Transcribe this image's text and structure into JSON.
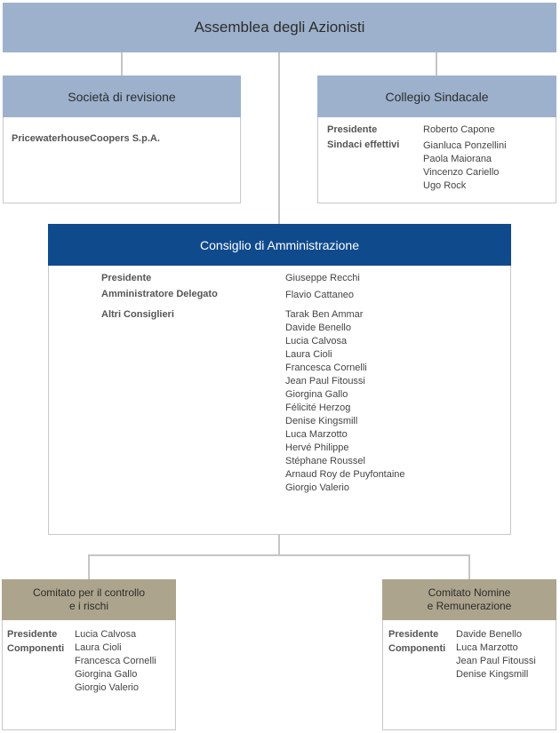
{
  "assemblea": {
    "title": "Assemblea degli Azionisti"
  },
  "revisione": {
    "title": "Società di revisione",
    "firm": "PricewaterhouseCoopers S.p.A."
  },
  "collegio": {
    "title": "Collegio Sindacale",
    "presidente_label": "Presidente",
    "presidente": "Roberto Capone",
    "sindaci_label": "Sindaci effettivi",
    "sindaci": [
      "Gianluca Ponzellini",
      "Paola Maiorana",
      "Vincenzo Cariello",
      "Ugo Rock"
    ]
  },
  "consiglio": {
    "title": "Consiglio di Amministrazione",
    "presidente_label": "Presidente",
    "presidente": "Giuseppe Recchi",
    "ad_label": "Amministratore Delegato",
    "ad": "Flavio Cattaneo",
    "altri_label": "Altri Consiglieri",
    "altri": [
      "Tarak Ben Ammar",
      "Davide Benello",
      "Lucia Calvosa",
      "Laura Cioli",
      "Francesca Cornelli",
      "Jean Paul Fitoussi",
      "Giorgina Gallo",
      "Félicité Herzog",
      "Denise Kingsmill",
      "Luca Marzotto",
      "Hervé Philippe",
      "Stéphane Roussel",
      "Arnaud Roy de Puyfontaine",
      "Giorgio Valerio"
    ]
  },
  "comitato_controllo": {
    "title_line1": "Comitato per il controllo",
    "title_line2": "e i rischi",
    "presidente_label": "Presidente",
    "presidente": "Lucia Calvosa",
    "componenti_label": "Componenti",
    "componenti": [
      "Laura Cioli",
      "Francesca Cornelli",
      "Giorgina Gallo",
      "Giorgio Valerio"
    ]
  },
  "comitato_nomine": {
    "title_line1": "Comitato Nomine",
    "title_line2": "e Remunerazione",
    "presidente_label": "Presidente",
    "presidente": "Davide Benello",
    "componenti_label": "Componenti",
    "componenti": [
      "Luca Marzotto",
      "Jean Paul Fitoussi",
      "Denise Kingsmill"
    ]
  }
}
